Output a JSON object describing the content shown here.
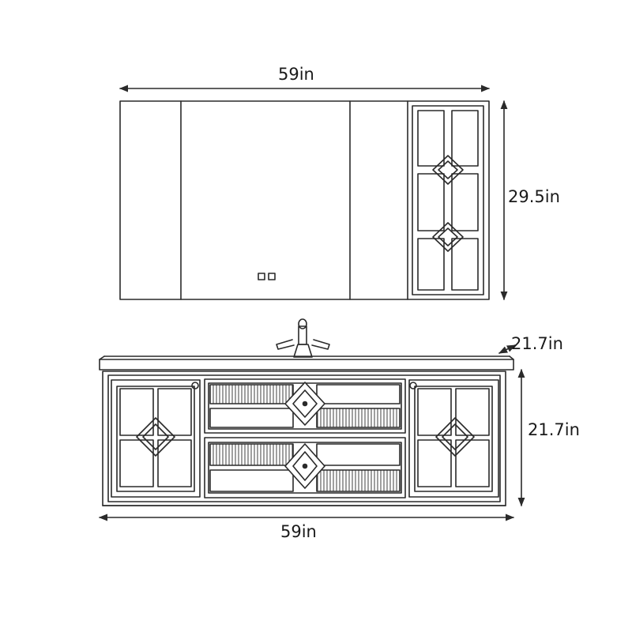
{
  "dimensions": {
    "mirror_width": "59in",
    "mirror_height": "29.5in",
    "vanity_depth": "21.7in",
    "vanity_height": "21.7in",
    "vanity_width": "59in"
  },
  "colors": {
    "line": "#2a2a2a",
    "background": "#ffffff"
  },
  "icons": {
    "mirror_touch_buttons": "square-button-icon",
    "faucet": "faucet-icon",
    "door_knob": "knob-icon"
  }
}
